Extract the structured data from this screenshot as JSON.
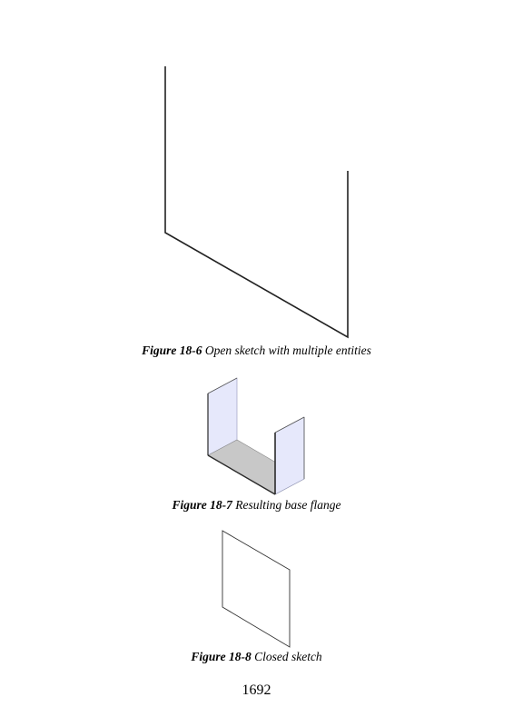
{
  "figures": [
    {
      "number": "Figure 18-6",
      "caption": "Open sketch with multiple entities"
    },
    {
      "number": "Figure 18-7",
      "caption": "Resulting base flange"
    },
    {
      "number": "Figure 18-8",
      "caption": "Closed sketch"
    }
  ],
  "page_number": "1692",
  "colors": {
    "sketch_line": "#222222",
    "flange_wall_fill": "#e6e8fb",
    "flange_floor_fill": "#c8c8c8",
    "flange_edge": "#2a2a2a"
  }
}
